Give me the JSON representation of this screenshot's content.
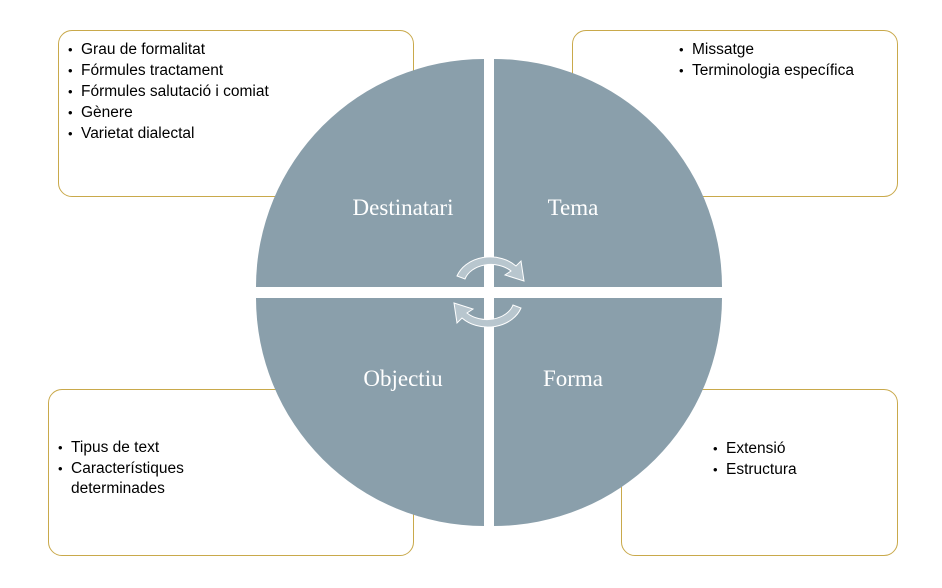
{
  "quadrants": {
    "top_left": "Destinatari",
    "top_right": "Tema",
    "bottom_left": "Objectiu",
    "bottom_right": "Forma"
  },
  "boxes": {
    "top_left": [
      "Grau de formalitat",
      "Fórmules tractament",
      "Fórmules salutació i comiat",
      "Gènere",
      "Varietat dialectal"
    ],
    "top_right": [
      "Missatge",
      "Terminologia específica"
    ],
    "bottom_left": [
      "Tipus de text",
      "Característiques determinades"
    ],
    "bottom_right": [
      "Extensió",
      "Estructura"
    ]
  },
  "colors": {
    "circle_fill": "#8a9fab",
    "box_border": "#c9a94b",
    "arrow_fill": "#b8c6ce"
  },
  "icons": [
    "cycle-arrows-icon"
  ]
}
